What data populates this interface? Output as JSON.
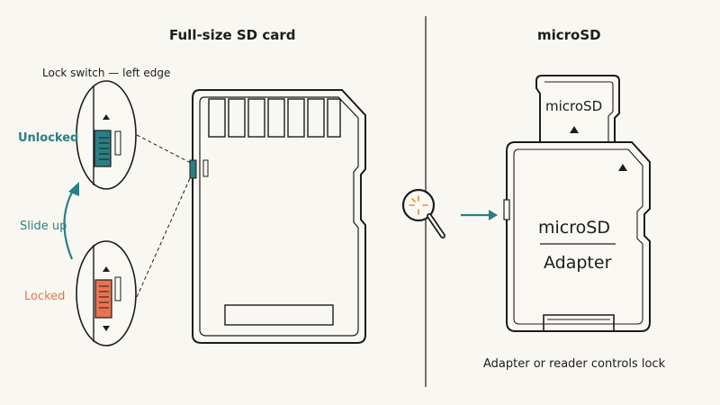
{
  "left": {
    "title": "Full-size SD card",
    "lock_caption": "Lock switch — left edge",
    "unlocked_label": "Unlocked",
    "locked_label": "Locked",
    "slide_label": "Slide up"
  },
  "right": {
    "title": "microSD",
    "microsd_card_label": "microSD",
    "adapter_line1": "microSD",
    "adapter_line2": "Adapter",
    "caption": "Adapter or reader controls lock"
  },
  "colors": {
    "unlocked": "#2a7f85",
    "locked": "#e8744f",
    "arrow": "#2a7f85",
    "ink": "#1c1c1c",
    "magnifier_spark": "#d9932f"
  },
  "icons": {
    "magnifier": "magnifier-icon",
    "up_triangle": "triangle-up-icon",
    "down_triangle": "triangle-down-icon"
  }
}
